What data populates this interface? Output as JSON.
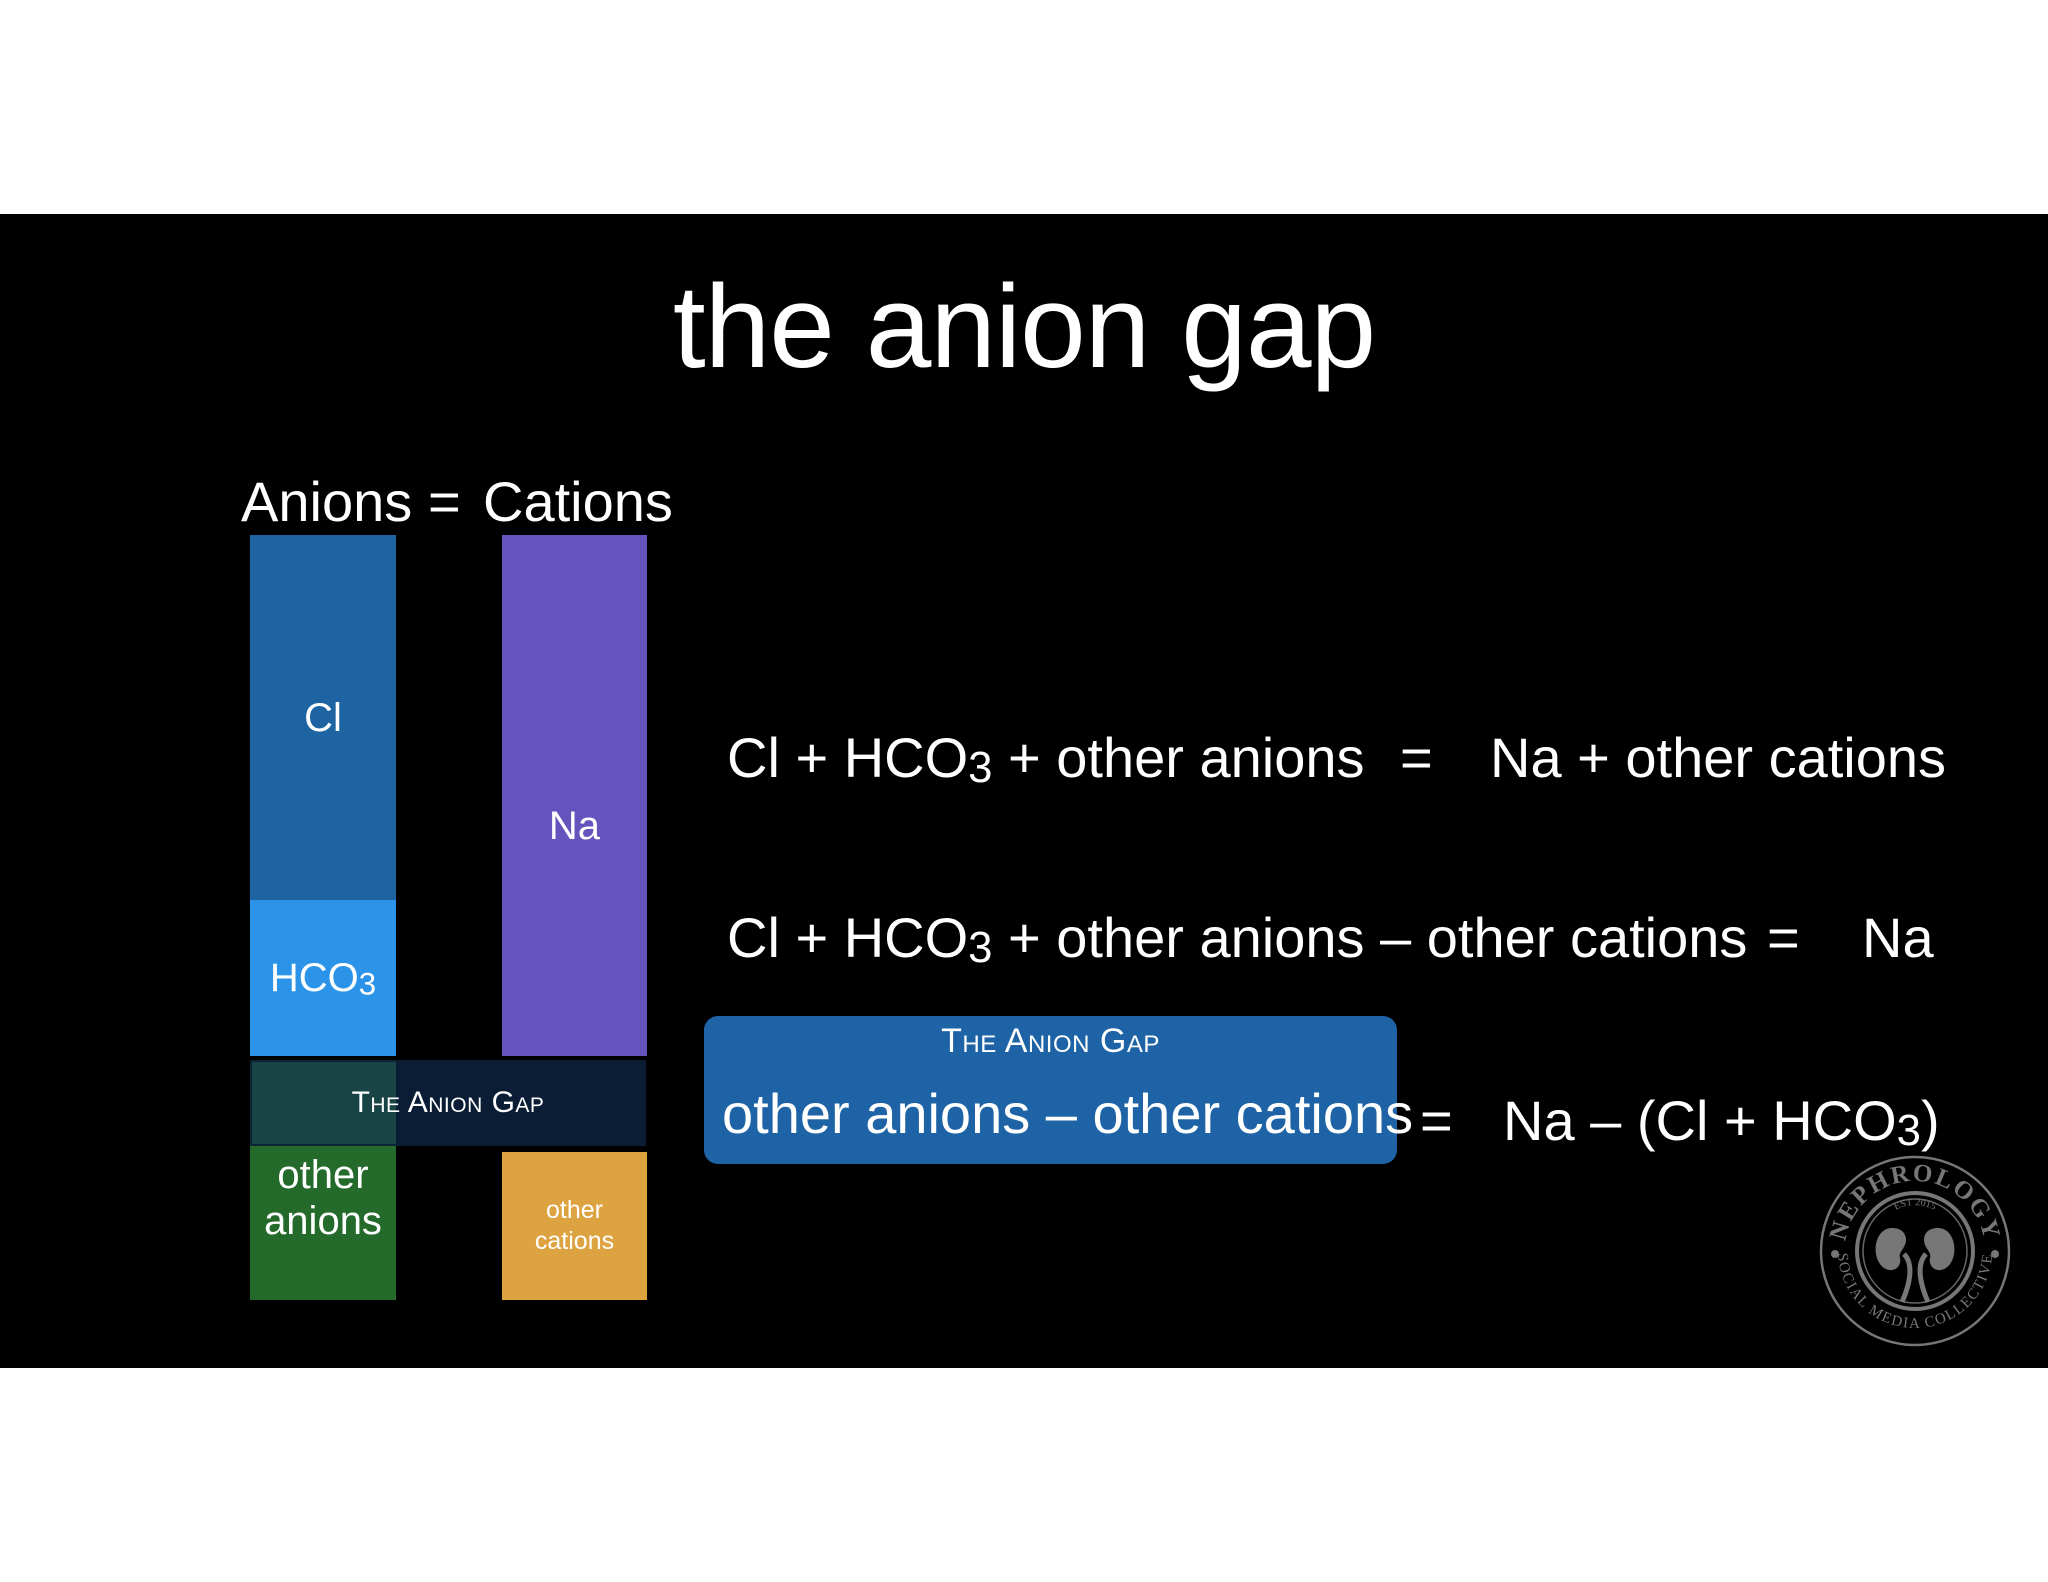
{
  "slide": {
    "title": "the anion gap",
    "header": {
      "left": "Anions",
      "equals": "=",
      "right": "Cations"
    },
    "colors": {
      "background": "#000000",
      "cl": "#1e64a2",
      "hco3": "#2b94e8",
      "other_anions": "#236a2b",
      "na": "#6554bd",
      "other_cations": "#dea341",
      "gap_box": "#1d63a5"
    },
    "anion_column": {
      "cl": "Cl",
      "hco3_base": "HCO",
      "hco3_sub": "3",
      "other_anions_line1": "other",
      "other_anions_line2": "anions"
    },
    "cation_column": {
      "na": "Na",
      "other_cations_line1": "other",
      "other_cations_line2": "cations"
    },
    "gap_overlay_label": "The Anion Gap",
    "equations": {
      "line1": {
        "l1": "Cl + HCO",
        "sub": "3",
        "l2": " + other anions",
        "eq": "=",
        "right": "Na + other cations"
      },
      "line2": {
        "l1": "Cl + HCO",
        "sub": "3",
        "l2": " + other anions – other cations",
        "eq": "=",
        "right": "Na"
      },
      "line3": {
        "box_label": "The Anion Gap",
        "left": "other anions – other cations",
        "eq": "=",
        "r1": "Na – (Cl + HCO",
        "sub": "3",
        "r2": ")"
      }
    },
    "logo": {
      "top": "NEPHROLOGY",
      "est": "EST 2015",
      "bottom": "SOCIAL MEDIA COLLECTIVE"
    }
  }
}
